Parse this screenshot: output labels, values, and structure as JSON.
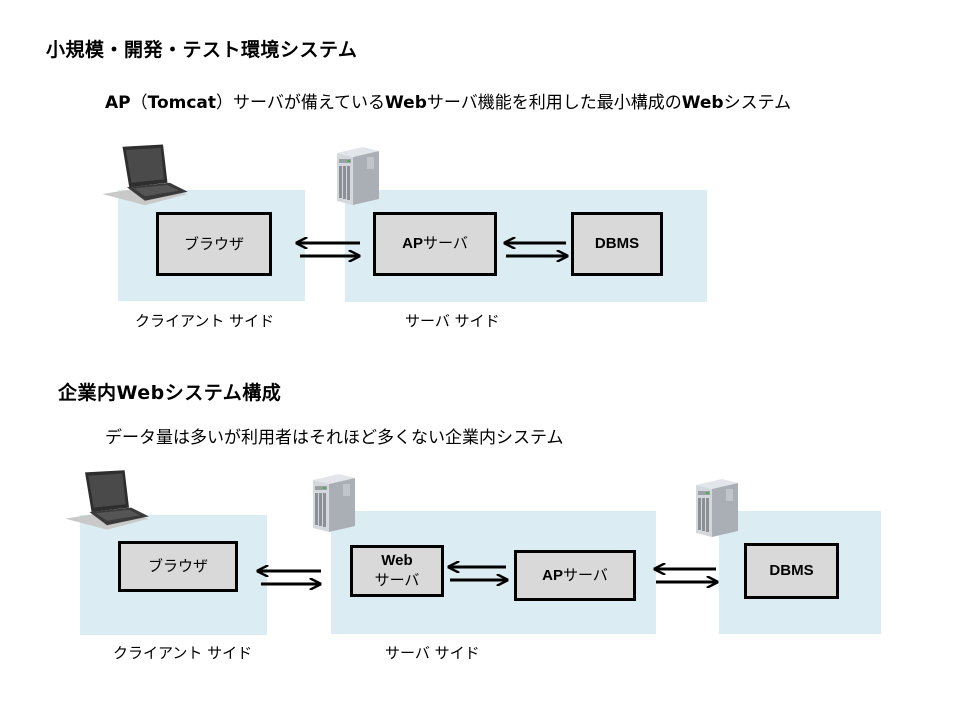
{
  "sections": [
    {
      "title": "小規模・開発・テスト環境システム",
      "subtitle_parts": [
        {
          "text": "AP",
          "bold": true
        },
        {
          "text": "（",
          "bold": false
        },
        {
          "text": "Tomcat",
          "bold": true
        },
        {
          "text": "）サーバが備えている",
          "bold": false
        },
        {
          "text": "Web",
          "bold": true
        },
        {
          "text": "サーバ機能を利用した最小構成の",
          "bold": false
        },
        {
          "text": "Web",
          "bold": true
        },
        {
          "text": "システム",
          "bold": false
        }
      ],
      "client_zone_label": "クライアント サイド",
      "server_zone_label": "サーバ サイド",
      "nodes": {
        "browser": "ブラウザ",
        "ap_server_prefix": "AP",
        "ap_server_suffix": "サーバ",
        "dbms": "DBMS"
      }
    },
    {
      "title": "企業内Webシステム構成",
      "subtitle": "データ量は多いが利用者はそれほど多くない企業内システム",
      "client_zone_label": "クライアント サイド",
      "server_zone_label": "サーバ サイド",
      "nodes": {
        "browser": "ブラウザ",
        "web_server_line1": "Web",
        "web_server_line2": "サーバ",
        "ap_server_prefix": "AP",
        "ap_server_suffix": "サーバ",
        "dbms": "DBMS"
      }
    }
  ],
  "icons": {
    "client": "laptop-icon",
    "server": "server-tower-icon"
  },
  "colors": {
    "zone_fill": "#dbedf3",
    "node_fill": "#d9d9d9",
    "node_border": "#000000"
  }
}
